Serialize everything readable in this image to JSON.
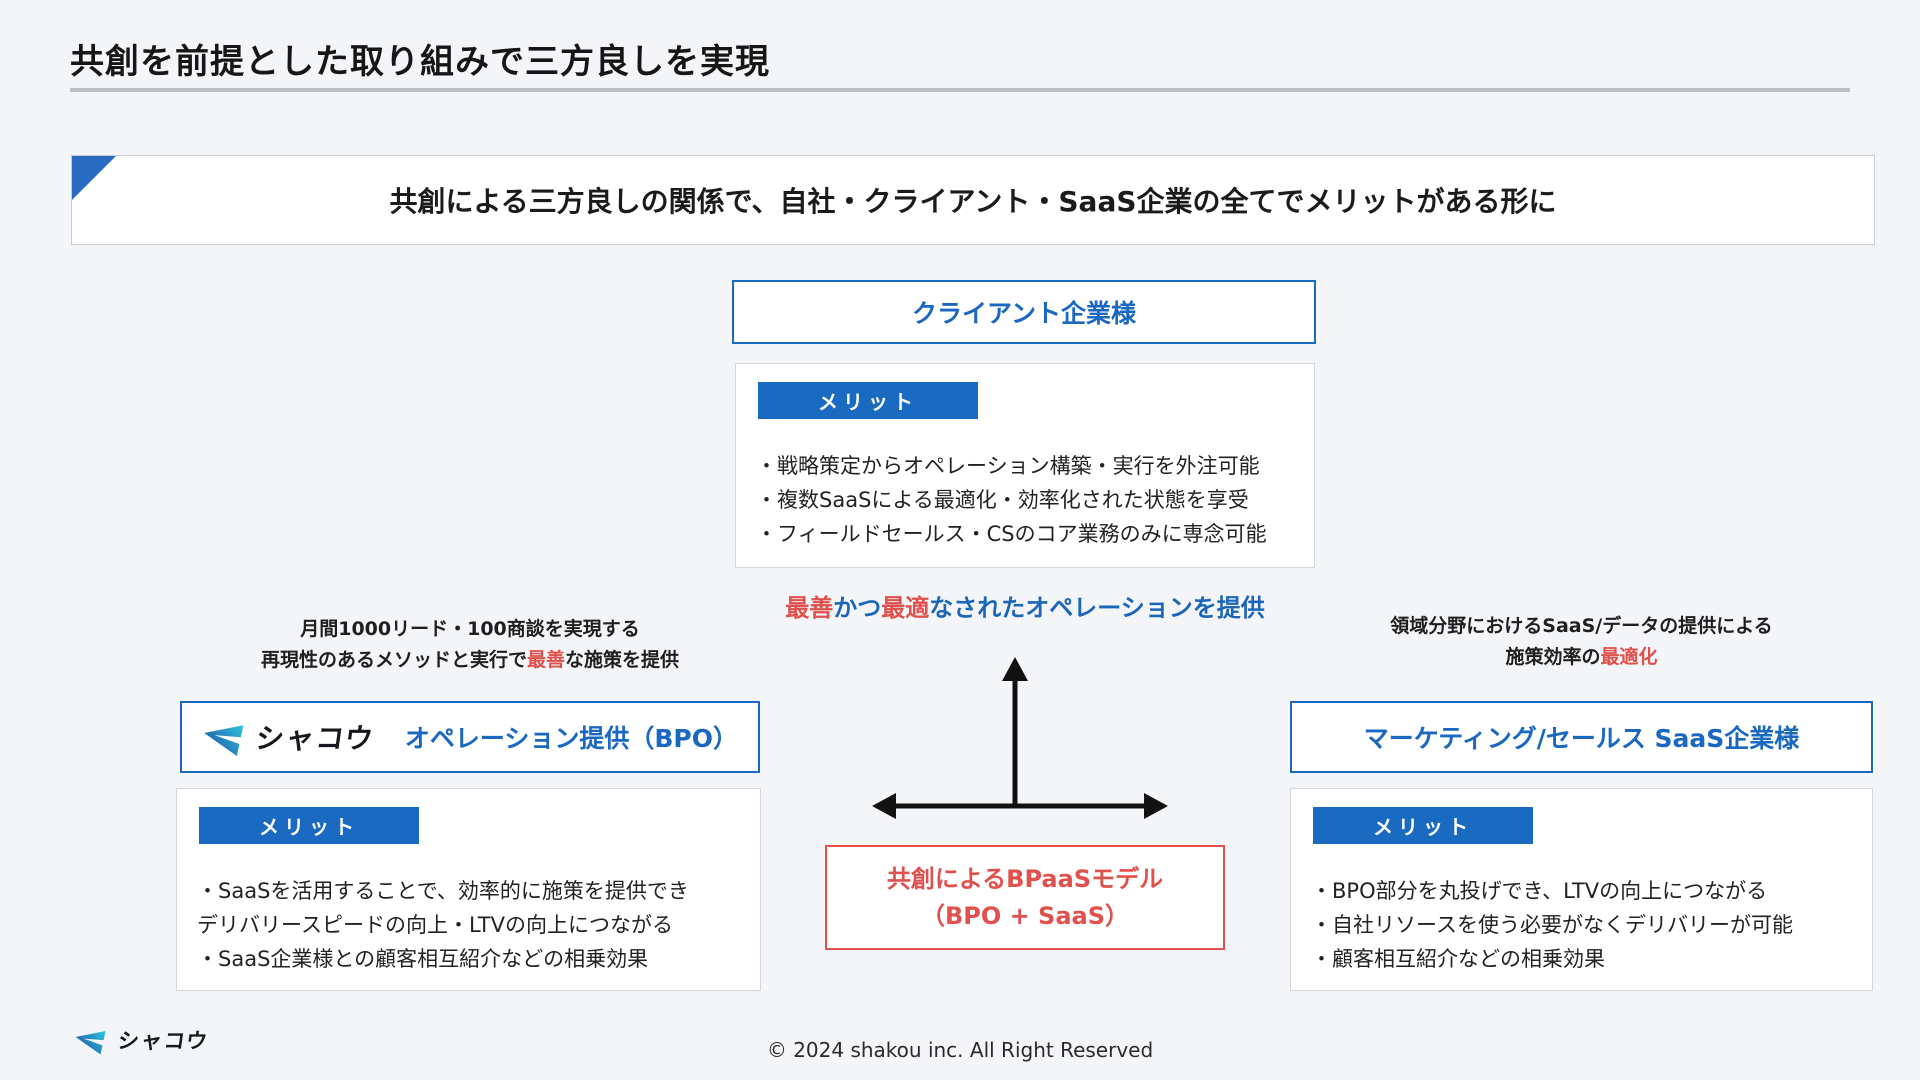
{
  "page": {
    "title": "共創を前提とした取り組みで三方良しを実現",
    "banner": "共創による三方良しの関係で、自社・クライアント・SaaS企業の全てでメリットがある形に"
  },
  "client": {
    "title": "クライアント企業様",
    "merit_label": "メリット",
    "bullets": [
      "・戦略策定からオペレーション構築・実行を外注可能",
      "・複数SaaSによる最適化・効率化された状態を享受",
      "・フィールドセールス・CSのコア業務のみに専念可能"
    ]
  },
  "provide_text": {
    "red1": "最善",
    "mid": "かつ",
    "red2": "最適",
    "rest": "なされたオペレーションを提供"
  },
  "left_note": {
    "line1": "月間1000リード・100商談を実現する",
    "line2_pre": "再現性のあるメソッドと実行で",
    "line2_red": "最善",
    "line2_post": "な施策を提供"
  },
  "right_note": {
    "line1": "領域分野におけるSaaS/データの提供による",
    "line2_pre": "施策効率の",
    "line2_red": "最適化"
  },
  "bpo": {
    "logo_text": "シャコウ",
    "title": "オペレーション提供（BPO）",
    "merit_label": "メリット",
    "bullets": [
      "・SaaSを活用することで、効率的に施策を提供でき",
      "デリバリースピードの向上・LTVの向上につながる",
      "・SaaS企業様との顧客相互紹介などの相乗効果"
    ]
  },
  "saas": {
    "title": "マーケティング/セールス SaaS企業様",
    "merit_label": "メリット",
    "bullets": [
      "・BPO部分を丸投げでき、LTVの向上につながる",
      "・自社リソースを使う必要がなくデリバリーが可能",
      "・顧客相互紹介などの相乗効果"
    ]
  },
  "center_box": {
    "line1": "共創によるBPaaSモデル",
    "line2": "（BPO + SaaS）"
  },
  "footer": {
    "logo_text": "シャコウ",
    "copyright": "© 2024 shakou inc. All Right Reserved"
  },
  "colors": {
    "accent_blue": "#1a68c0",
    "badge_blue": "#1a6ac1",
    "accent_red": "#e0514d",
    "triangle_blue": "#2a6bc2",
    "background": "#f3f5f8"
  }
}
